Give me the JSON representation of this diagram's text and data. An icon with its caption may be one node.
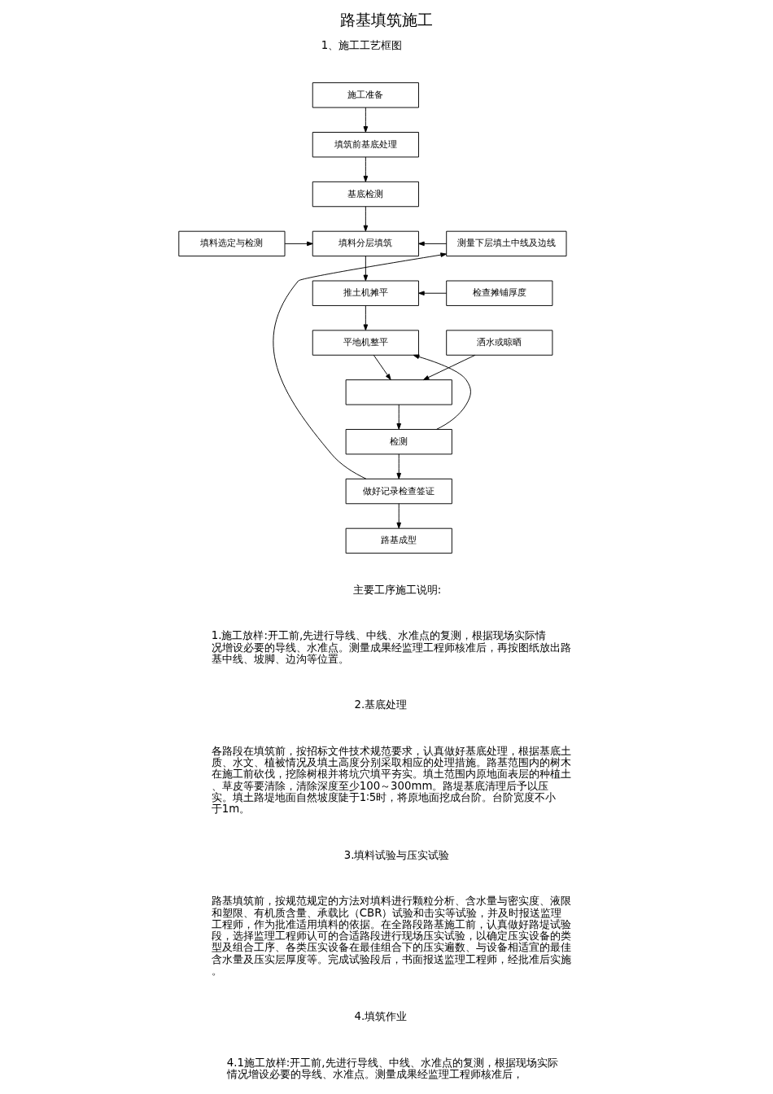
{
  "diagram": {
    "title": "路基填筑施工",
    "nodes": [
      {
        "text": [
          "施工准备"
        ]
      },
      {
        "text": [
          "填筑前基底处理"
        ]
      },
      {
        "text": [
          "基底检测"
        ]
      },
      {
        "text": [
          "填料选定与检测"
        ]
      },
      {
        "text": [
          "填料分层填筑"
        ]
      },
      {
        "text": [
          "测量下层填土中线及边线"
        ]
      },
      {
        "text": [
          "推土机摊平"
        ]
      },
      {
        "text": [
          "检查摊铺厚度"
        ]
      },
      {
        "text": [
          "平地机整平"
        ]
      },
      {
        "text": [
          "洒水或晾晒"
        ]
      },
      {
        "text": [],
        "shape": "box"
      },
      {
        "text": [
          "检测"
        ]
      },
      {
        "text": [
          "做好记录检查签证"
        ]
      },
      {
        "text": [
          "路基成型"
        ]
      }
    ],
    "edges": [
      {
        "from": 0,
        "to": 1,
        "arrow": "to"
      },
      {
        "from": 1,
        "to": 2,
        "arrow": "to"
      },
      {
        "from": 2,
        "to": 4,
        "arrow": "to"
      },
      {
        "from": 3,
        "to": 4,
        "arrow": "to"
      },
      {
        "from": 5,
        "to": 4,
        "arrow": "to"
      },
      {
        "from": 4,
        "to": 6,
        "arrow": "to"
      },
      {
        "from": 7,
        "to": 6,
        "arrow": "to"
      },
      {
        "from": 6,
        "to": 8,
        "arrow": "to"
      },
      {
        "from": 8,
        "to": 10,
        "arrow": "to"
      },
      {
        "from": 9,
        "to": 10,
        "arrow": "to"
      },
      {
        "from": 10,
        "to": 11,
        "arrow": "to"
      },
      {
        "from": 11,
        "to": 12,
        "arrow": "to"
      },
      {
        "from": 12,
        "to": 13,
        "arrow": "to"
      },
      {
        "from": 11,
        "to": 8,
        "arrow": "to"
      },
      {
        "from": 12,
        "to": 5,
        "arrow": "to"
      }
    ],
    "labels": [
      "1、施工工艺框图",
      "主要工序施工说明:",
      "1.施工放样:开工前,先进行导线、中线、水准点的复测，根据现场实际情况增设必要的导线、水准点。测量成果经监理工程师核准后，再按图纸放出路基中线、坡脚、边沟等位置。",
      "2.基底处理",
      "各路段在填筑前，按招标文件技术规范要求，认真做好基底处理，根据基底土质、水文、植被情况及填土高度分别采取相应的处理措施。路基范围内的树木在施工前砍伐，挖除树根并将坑穴填平夯实。填土范围内原地面表层的种植土、草皮等要清除，清除深度至少100～300mm。路堤基底清理后予以压实。填土路堤地面自然坡度陡于1∶5时，将原地面挖成台阶。台阶宽度不小于1m。",
      "3.填料试验与压实试验",
      "路基填筑前，按规范规定的方法对填料进行颗粒分析、含水量与密实度、液限和塑限、有机质含量、承载比（CBR）试验和击实等试验，并及时报送监理工程师，作为批准适用填料的依据。在全路段路基施工前，认真做好路堤试验段，选择监理工程师认可的合适路段进行现场压实试验，以确定压实设备的类型及组合工序、各类压实设备在最佳组合下的压实遍数、与设备相适宜的最佳含水量及压实层厚度等。完成试验段后，书面报送监理工程师，经批准后实施。",
      "4.填筑作业",
      "4.1施工放样:开工前,先进行导线、中线、水准点的复测，根据现场实际情况增设必要的导线、水准点。测量成果经监理工程师核准后，"
    ]
  }
}
